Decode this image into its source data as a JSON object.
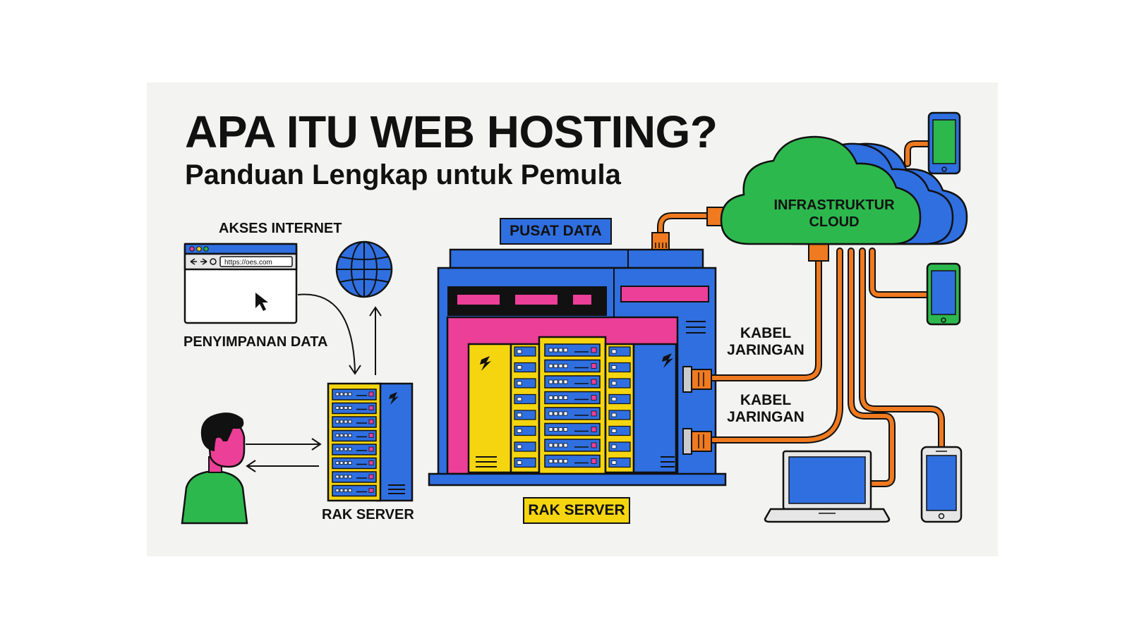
{
  "title": "APA ITU WEB HOSTING?",
  "subtitle": "Panduan Lengkap untuk Pemula",
  "labels": {
    "akses_internet": "AKSES INTERNET",
    "penyimpanan_data": "PENYIMPANAN DATA",
    "rak_server_small": "RAK SERVER",
    "pusat_data": "PUSAT DATA",
    "rak_server_tag": "RAK SERVER",
    "cloud": "INFRASTRUKTUR CLOUD",
    "kabel_1": "KABEL JARINGAN",
    "kabel_2": "KABEL JARINGAN"
  },
  "browser": {
    "url": "https://oes.com"
  },
  "colors": {
    "blue": "#2f6fe0",
    "yellow": "#f5d50f",
    "pink": "#ec3f97",
    "green": "#2db84d",
    "orange": "#ef7a1f",
    "dark": "#111111"
  },
  "icons": [
    "globe-icon",
    "cursor-icon",
    "person-icon",
    "server-rack-icon",
    "data-center-icon",
    "cloud-icon",
    "smartphone-icon",
    "laptop-icon",
    "network-cable-icon"
  ]
}
